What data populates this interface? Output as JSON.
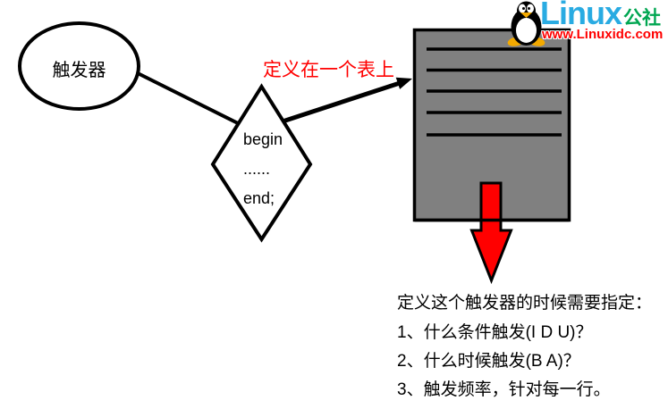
{
  "colors": {
    "table_gray": "#808080",
    "arrow_red": "#ff0000",
    "annotation_red": "#ff0000",
    "logo_blue": "#29abe2",
    "logo_green": "#00a651",
    "logo_url_red": "#ff0000",
    "stroke_black": "#000000"
  },
  "ellipse": {
    "label": "触发器"
  },
  "diamond": {
    "line1": "begin",
    "line2": "......",
    "line3": "end;"
  },
  "annotation": {
    "label": "定义在一个表上"
  },
  "logo": {
    "brand": "Linux",
    "suffix": "公社",
    "url": "www.Linuxidc.com"
  },
  "notes": {
    "title": "定义这个触发器的时候需要指定：",
    "items": [
      "1、什么条件触发(I D U)？",
      "2、什么时候触发(B A)？",
      "3、触发频率，针对每一行。"
    ]
  }
}
